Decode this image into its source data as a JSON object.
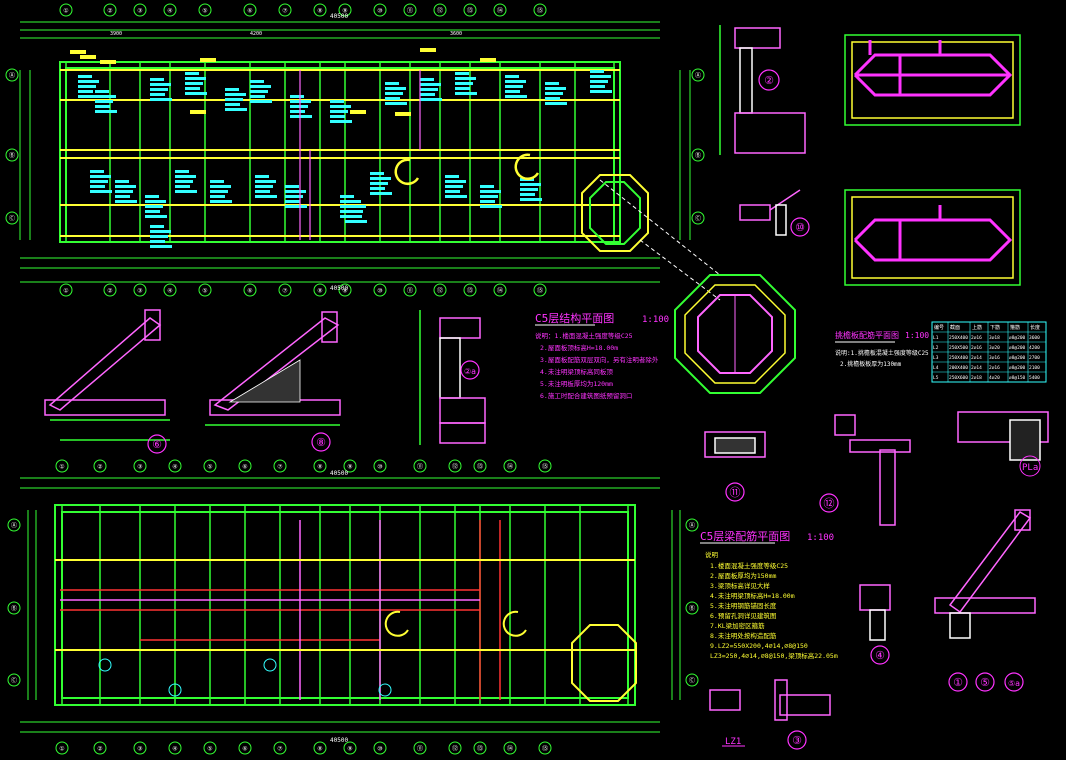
{
  "colors": {
    "background": "#000000",
    "grid": "#33ff33",
    "beam": "#ffff33",
    "annotation": "#33ffff",
    "title": "#ff33ff",
    "dimension": "#ffffff",
    "axis_bubble": "#33ff33"
  },
  "top_axes": [
    "①",
    "②",
    "③",
    "④",
    "⑤",
    "⑥",
    "⑦",
    "⑧",
    "⑨",
    "⑩",
    "⑪",
    "⑫",
    "⑬",
    "⑭",
    "⑮"
  ],
  "side_axes": [
    "Ⓐ",
    "Ⓑ",
    "Ⓒ",
    "Ⓓ"
  ],
  "notes_upper": {
    "title": "C5层结构平面图",
    "scale": "1:100",
    "lines": [
      "说明：1.楼面混凝土强度等级C25",
      "2.屋面板顶标高H=18.00m",
      "3.屋面板配筋双层双向，另有注明者除外",
      "4.未注明梁顶标高同板顶",
      "5.未注明板厚均为120mm",
      "6.施工时配合建筑图纸预留洞口"
    ]
  },
  "notes_lower": {
    "title": "C5层梁配筋平面图",
    "scale": "1:100",
    "lines": [
      "说明",
      "1.楼面混凝土强度等级C25",
      "2.屋面板厚均为150mm",
      "3.梁顶标高详见大样",
      "4.未注明梁顶标高H=18.00m",
      "5.未注明钢筋锚固长度",
      "6.预留孔洞详见建筑图",
      "7.KL梁加密区箍筋",
      "8.未注明处按构造配筋",
      "9.LZ2=550X200,4∅14,∅8@150",
      "LZ3=250,4∅14,∅8@150,梁顶标高22.05m"
    ]
  },
  "notes_right": {
    "title": "挑檐板配筋平面图",
    "scale": "1:100",
    "lines": [
      "说明:1.挑檐板混凝土强度等级C25",
      "2.挑檐板板厚为130mm"
    ]
  },
  "rebar_table": {
    "headers": [
      "编号",
      "截面",
      "上筋",
      "下筋",
      "箍筋",
      "长度"
    ],
    "rows": [
      [
        "L1",
        "250X400",
        "2∅16",
        "3∅18",
        "∅8@200",
        "3600"
      ],
      [
        "L2",
        "250X500",
        "2∅16",
        "3∅20",
        "∅8@200",
        "4200"
      ],
      [
        "L3",
        "250X400",
        "2∅14",
        "3∅16",
        "∅8@200",
        "2700"
      ],
      [
        "L4",
        "200X400",
        "2∅14",
        "2∅16",
        "∅8@200",
        "2100"
      ],
      [
        "L5",
        "250X600",
        "2∅18",
        "4∅20",
        "∅8@150",
        "5400"
      ]
    ]
  },
  "detail_labels": [
    "①",
    "②",
    "③",
    "④",
    "⑤",
    "⑥",
    "⑧",
    "⑩",
    "⑪",
    "⑫",
    "②a",
    "⑤a"
  ],
  "misc_labels": {
    "lz1": "LZ1",
    "pla": "PLa",
    "dim_total": "40500",
    "dim_a": "3900",
    "dim_b": "4200",
    "dim_c": "3600"
  }
}
